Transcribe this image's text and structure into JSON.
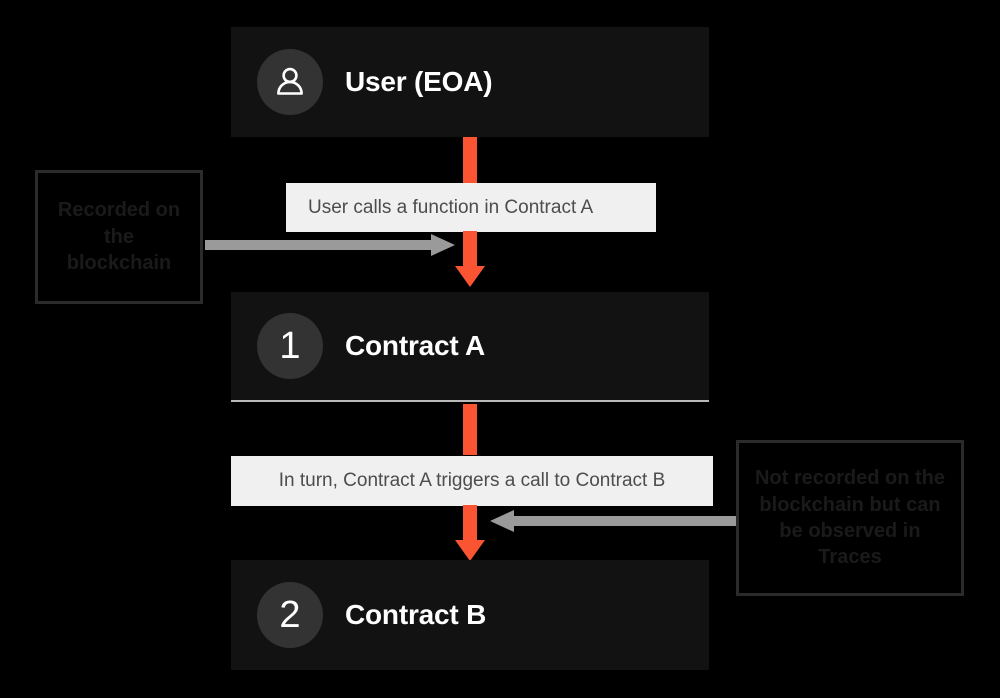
{
  "colors": {
    "background": "#000000",
    "node_fill": "#121212",
    "badge_fill": "#333333",
    "accent_orange": "#fa5433",
    "gray_arrow": "#9a9a9a",
    "label_fill": "#f0f0f0",
    "label_text": "#4d4d4d",
    "annotation_border": "#2b2b2b",
    "annotation_text": "#1a1a1a"
  },
  "diagram": {
    "nodes": [
      {
        "id": "user",
        "icon": "user-person-icon",
        "badge": "",
        "title": "User (EOA)"
      },
      {
        "id": "contract-a",
        "icon": "",
        "badge": "1",
        "title": "Contract A"
      },
      {
        "id": "contract-b",
        "icon": "",
        "badge": "2",
        "title": "Contract B"
      }
    ],
    "flow_labels": [
      {
        "id": "label-1",
        "text": "User calls a function in Contract A"
      },
      {
        "id": "label-2",
        "text": "In turn, Contract A triggers a call to Contract B"
      }
    ],
    "annotations": [
      {
        "id": "annot-left",
        "text": "Recorded on the blockchain",
        "points_to": "contract-a",
        "arrow_direction": "right"
      },
      {
        "id": "annot-right",
        "text": "Not recorded on the blockchain but can be observed in Traces",
        "points_to": "contract-b",
        "arrow_direction": "left"
      }
    ]
  }
}
